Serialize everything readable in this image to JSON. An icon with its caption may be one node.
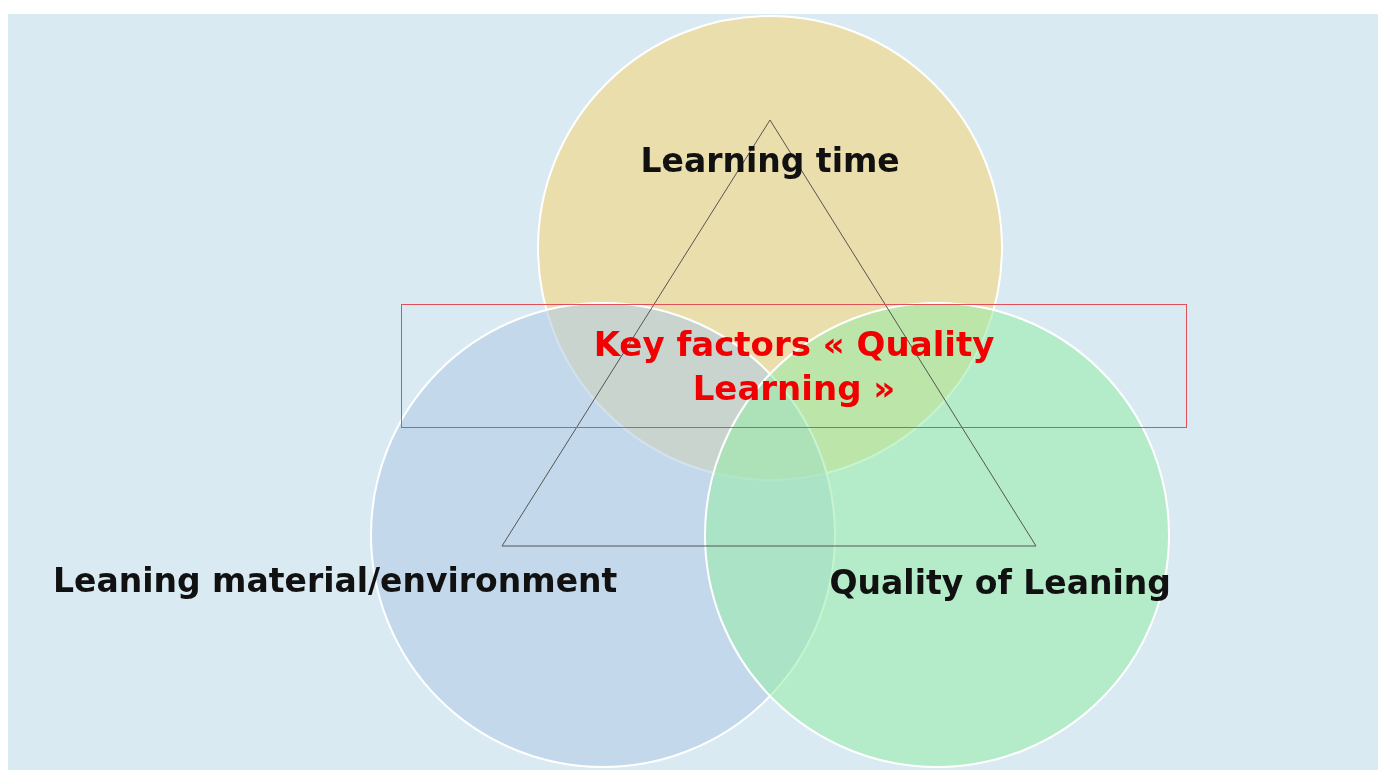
{
  "diagram": {
    "nodes": [
      {
        "text": [
          "Learning time"
        ]
      },
      {
        "text": [
          "Leaning material/environment"
        ]
      },
      {
        "text": [
          "Quality of Leaning"
        ]
      },
      {
        "text": [
          "Key factors « Quality Learning »"
        ]
      }
    ],
    "edges": []
  }
}
